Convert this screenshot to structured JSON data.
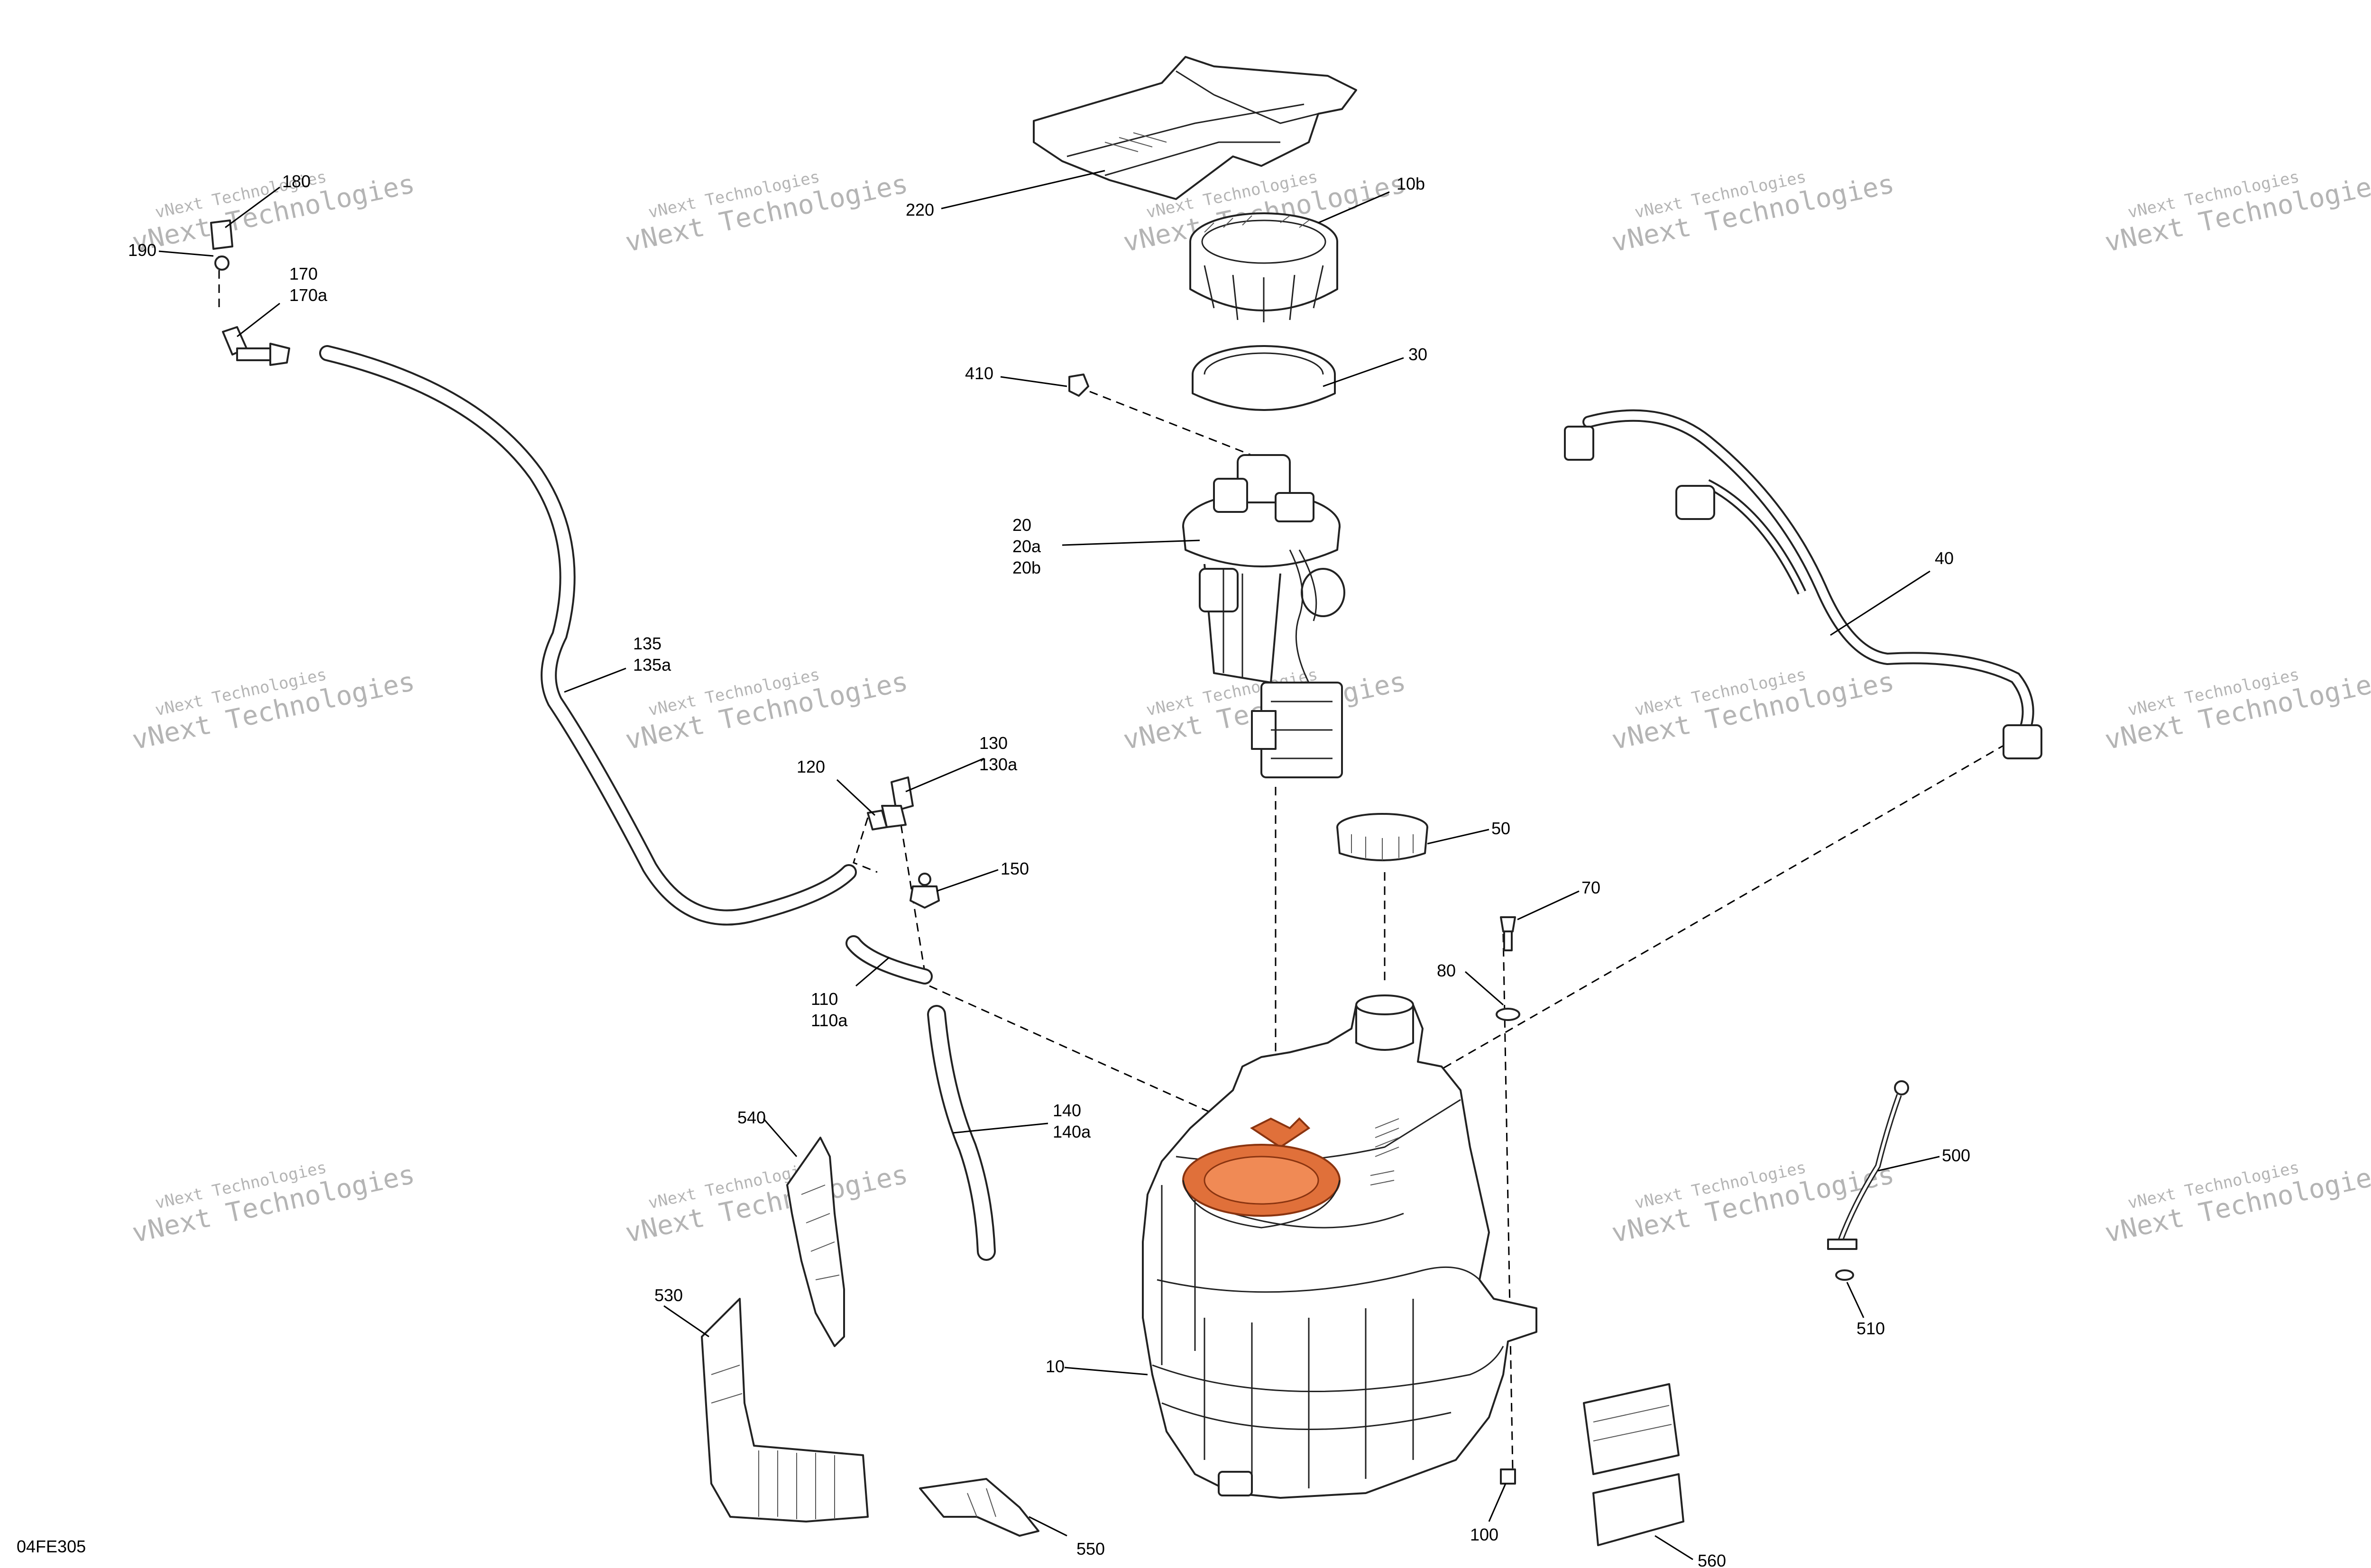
{
  "diagram": {
    "code": "04FE305",
    "watermark": [
      "vNext Technologies",
      "vNext Technologies"
    ],
    "callouts": {
      "c220": "220",
      "c10b": "10b",
      "c410": "410",
      "c30": "30",
      "c20": "20",
      "c20a": "20a",
      "c20b": "20b",
      "c180": "180",
      "c190": "190",
      "c170": "170",
      "c170a": "170a",
      "c135": "135",
      "c135a": "135a",
      "c120": "120",
      "c130": "130",
      "c130a": "130a",
      "c150": "150",
      "c110": "110",
      "c110a": "110a",
      "c140": "140",
      "c140a": "140a",
      "c40": "40",
      "c50": "50",
      "c70": "70",
      "c80": "80",
      "c540": "540",
      "c530": "530",
      "c550": "550",
      "c10": "10",
      "c100": "100",
      "c500": "500",
      "c510": "510",
      "c560": "560"
    },
    "highlight_color": "#e0703a"
  }
}
